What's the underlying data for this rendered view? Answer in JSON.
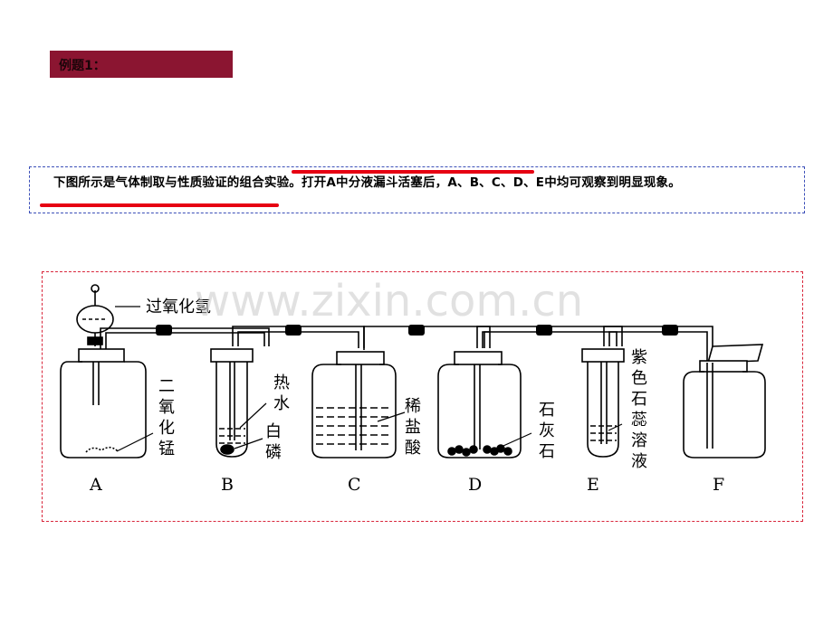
{
  "header": {
    "title": "例题1："
  },
  "problem": {
    "text": "下图所示是气体制取与性质验证的组合实验。打开A中分液漏斗活塞后，A、B、C、D、E中均可观察到明显现象。"
  },
  "diagram": {
    "watermark": "www.zixin.com.cn",
    "labels": {
      "hydrogen_peroxide": "过氧化氢",
      "mno2": [
        "二",
        "氧",
        "化",
        "锰"
      ],
      "hot_water": [
        "热",
        "水"
      ],
      "white_phosphorus": [
        "白",
        "磷"
      ],
      "dilute_hcl": [
        "稀",
        "盐",
        "酸"
      ],
      "limestone": [
        "石",
        "灰",
        "石"
      ],
      "litmus": [
        "紫",
        "色",
        "石",
        "蕊",
        "溶",
        "液"
      ]
    },
    "apparatus": [
      "A",
      "B",
      "C",
      "D",
      "E",
      "F"
    ]
  },
  "colors": {
    "title_bg": "#8b1531",
    "underline": "#e60012",
    "box_border_blue": "#3b4fb8",
    "box_border_red": "#d9263b"
  }
}
